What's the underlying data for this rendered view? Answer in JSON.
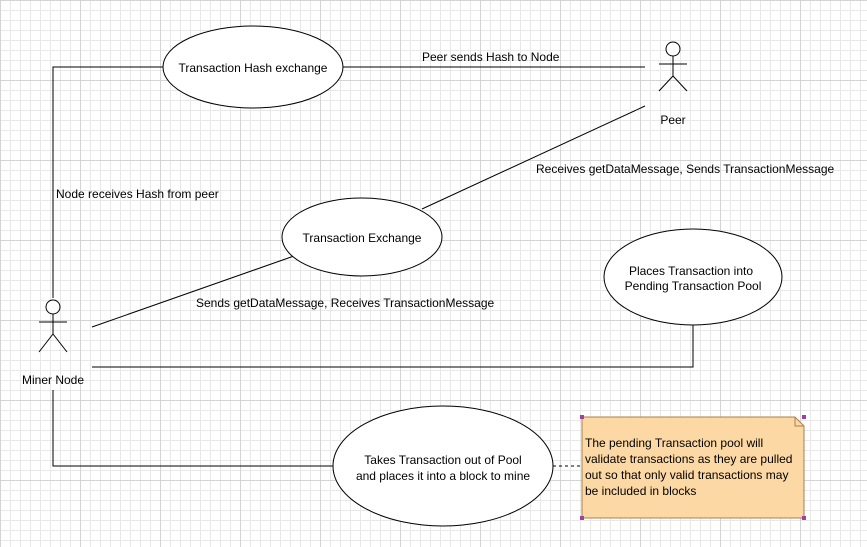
{
  "actors": {
    "peer": "Peer",
    "miner": "Miner Node"
  },
  "use_cases": {
    "hash_exchange": "Transaction Hash exchange",
    "tx_exchange": "Transaction Exchange",
    "pool_line1": "Places Transaction into",
    "pool_line2": "Pending Transaction Pool",
    "take_line1": "Takes Transaction out of Pool",
    "take_line2": "and places it into a block to mine"
  },
  "labels": {
    "peer_sends": "Peer sends Hash to Node",
    "node_receives": "Node receives Hash from peer",
    "receives_get": "Receives getDataMessage, Sends TransactionMessage",
    "sends_get": "Sends getDataMessage, Receives TransactionMessage"
  },
  "note": {
    "text": "The pending Transaction pool will validate transactions as they are pulled out so that only valid transactions may be included in blocks",
    "fill": "#fcd9a4",
    "border": "#a8804a",
    "handle": "#a040a0"
  }
}
